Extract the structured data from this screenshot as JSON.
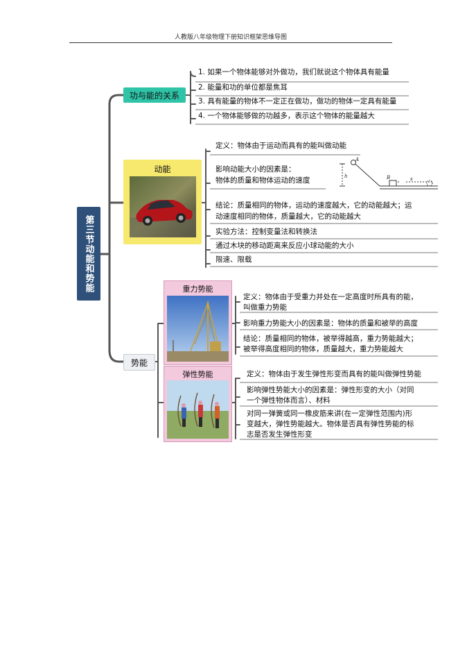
{
  "header": "人教版八年级物理下册知识框架思维导图",
  "root": "第三节动能和势能",
  "branch_work_energy": {
    "label": "功与能的关系",
    "items": [
      "1. 如果一个物体能够对外做功，我们就说这个物体具有能量",
      "2. 能量和功的单位都是焦耳",
      "3. 具有能量的物体不一定正在做功，做功的物体一定具有能量",
      "4. 一个物体能够做的功越多，表示这个物体的能量越大"
    ]
  },
  "branch_kinetic": {
    "label": "动能",
    "definition": "定义：物体由于运动而具有的能叫做动能",
    "factors_line1": "影响动能大小的因素是：",
    "factors_line2": "物体的质量和物体运动的速度",
    "conclusion_line1": "结论：质量相同的物体，运动的速度越大，它的动能越大；运",
    "conclusion_line2": "动速度相同的物体，质量越大，它的动能越大",
    "method": "实验方法：控制变量法和转换法",
    "observe": "通过木块的移动距离来反应小球动能的大小",
    "limits": "限速、限载",
    "diagram_labels": {
      "a": "A",
      "h": "h",
      "b": "B",
      "s": "s"
    }
  },
  "branch_potential": {
    "label": "势能",
    "gravity": {
      "label": "重力势能",
      "definition_line1": "定义：物体由于受重力并处在一定高度时所具有的能，",
      "definition_line2": "叫做重力势能",
      "factors": "影响重力势能大小的因素是：物体的质量和被举的高度",
      "conclusion_line1": "结论：质量相同的物体，被举得越高，重力势能越大；",
      "conclusion_line2": "被举得高度相同的物体，质量越大，重力势能越大"
    },
    "elastic": {
      "label": "弹性势能",
      "definition": "定义：物体由于发生弹性形变而具有的能叫做弹性势能",
      "factors_line1": "影响弹性势能大小的因素是：弹性形变的大小（对同",
      "factors_line2": "一个弹性物体而言）、材料",
      "note_line1": "对同一弹簧或同一橡皮筋来讲(在一定弹性范围内)形",
      "note_line2": "变越大，弹性势能越大。物体是否具有弹性势能的标",
      "note_line3": "志是否发生弹性形变"
    }
  },
  "colors": {
    "root_bg": "#2e5079",
    "work_energy_bg": "#2fc4a8",
    "kinetic_bg": "#f7e86e",
    "potential_sub_bg": "#f2c9dd",
    "connector": "#555555"
  }
}
